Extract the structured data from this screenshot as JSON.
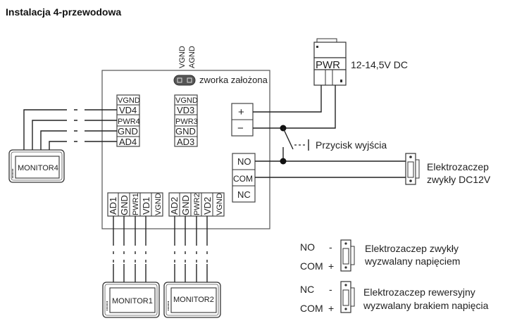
{
  "title": "Instalacja 4-przewodowa",
  "jumper": {
    "pins": [
      "VGND",
      "AGND"
    ],
    "label": "zworka założona"
  },
  "terminals": {
    "monitor4_block": [
      "VGND",
      "VD4",
      "PWR4",
      "GND",
      "AD4"
    ],
    "monitor3_block": [
      "VGND",
      "VD3",
      "PWR3",
      "GND",
      "AD3"
    ],
    "monitor1_block": [
      "AD1",
      "GND",
      "PWR1",
      "VD1",
      "VGND"
    ],
    "monitor2_block": [
      "AD2",
      "GND",
      "PWR2",
      "VD2",
      "VGND"
    ],
    "power_block": [
      "+",
      "−"
    ],
    "relay_block": [
      "NO",
      "COM",
      "NC"
    ]
  },
  "power_supply": {
    "label": "PWR",
    "voltage": "12-14,5V DC"
  },
  "exit_button": {
    "label": "Przycisk wyjścia"
  },
  "strike": {
    "line1": "Elektrozaczep",
    "line2": "zwykły DC12V"
  },
  "monitors": [
    "MONITOR4",
    "MONITOR1",
    "MONITOR2"
  ],
  "legend": [
    {
      "top_terminal": "NO",
      "top_sign": "-",
      "bottom_terminal": "COM",
      "bottom_sign": "+",
      "line1": "Elektrozaczep zwykły",
      "line2": "wyzwalany napięciem"
    },
    {
      "top_terminal": "NC",
      "top_sign": "-",
      "bottom_terminal": "COM",
      "bottom_sign": "+",
      "line1": "Elektrozaczep rewersyjny",
      "line2": "wyzwalany brakiem napięcia"
    }
  ]
}
